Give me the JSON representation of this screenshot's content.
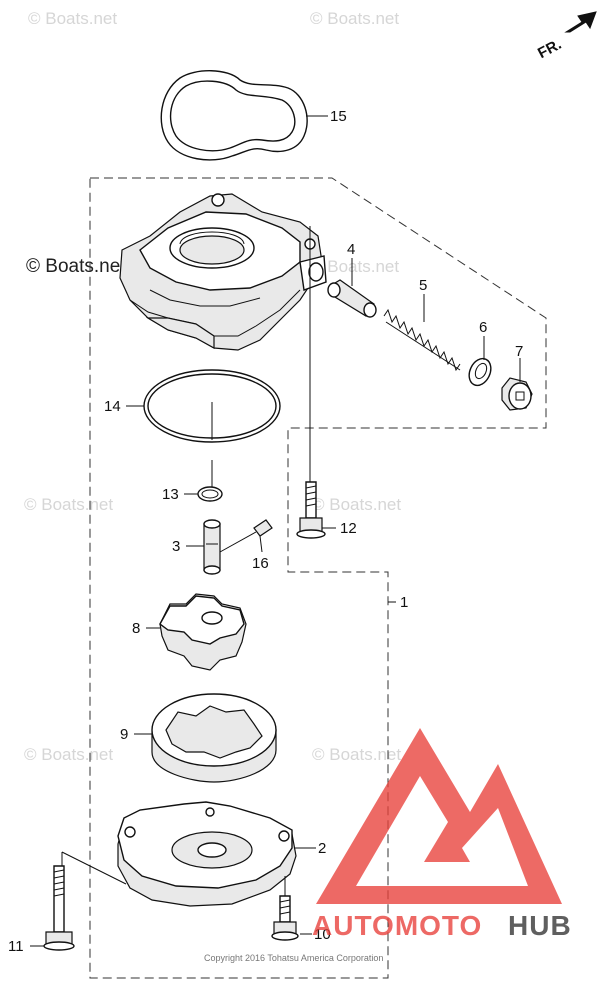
{
  "direction_indicator": {
    "label": "FR."
  },
  "watermarks": [
    "© Boats.net",
    "© Boats.net",
    "© Boats.net",
    "© Boats.net",
    "© Boats.net",
    "© Boats.net",
    "© Boats.net"
  ],
  "callouts": [
    "15",
    "4",
    "5",
    "6",
    "7",
    "14",
    "13",
    "12",
    "3",
    "16",
    "1",
    "8",
    "9",
    "2",
    "11",
    "10"
  ],
  "copyright": "Copyright 2016 Tohatsu America Corporation",
  "logo": {
    "text_left": "AUTOMOTO",
    "text_right": "HUB",
    "color_red": "#e8403a",
    "color_dark": "#333333"
  },
  "colors": {
    "line": "#111111",
    "watermark": "#d6d6d6",
    "background": "#ffffff"
  }
}
